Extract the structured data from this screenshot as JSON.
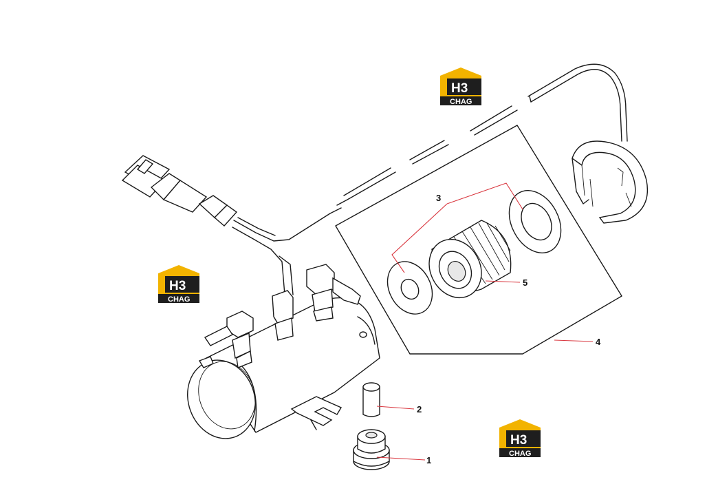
{
  "brand": {
    "mark": "H3",
    "sub": "CHAG",
    "colors": {
      "roof": "#f2b300",
      "dark": "#1e1e1e",
      "light": "#ffffff"
    }
  },
  "callouts": [
    {
      "id": "part-1",
      "label": "1"
    },
    {
      "id": "part-2",
      "label": "2"
    },
    {
      "id": "part-3",
      "label": "3"
    },
    {
      "id": "part-4",
      "label": "4"
    },
    {
      "id": "part-5",
      "label": "5"
    }
  ],
  "colors": {
    "leader": "#d9363e",
    "line": "#1a1a1a"
  }
}
